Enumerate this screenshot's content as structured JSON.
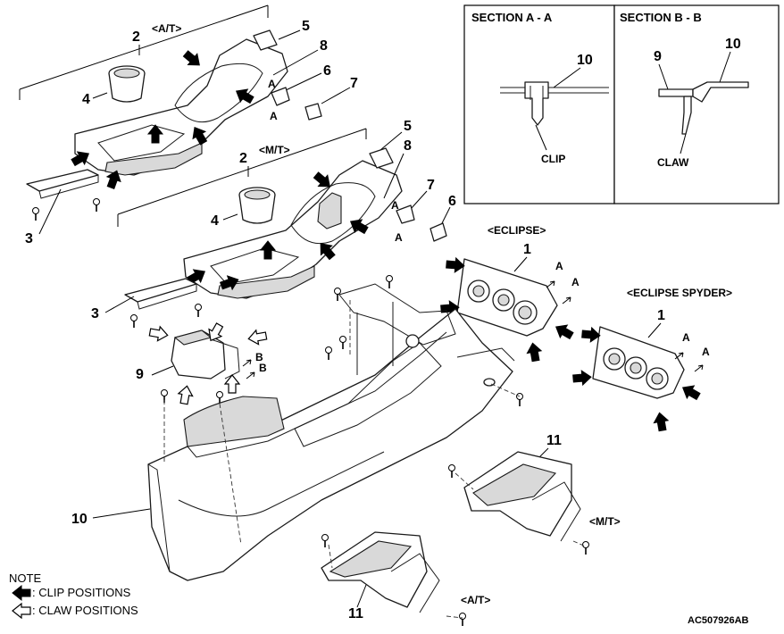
{
  "variants": {
    "at": "<A/T>",
    "mt": "<M/T>",
    "eclipse": "<ECLIPSE>",
    "eclipse_spyder": "<ECLIPSE SPYDER>",
    "bracket_at": "<A/T>",
    "bracket_mt": "<M/T>"
  },
  "part_numbers": {
    "p1a": "1",
    "p1b": "1",
    "p2a": "2",
    "p2b": "2",
    "p3a": "3",
    "p3b": "3",
    "p4a": "4",
    "p4b": "4",
    "p5a": "5",
    "p5b": "5",
    "p6a": "6",
    "p6b": "6",
    "p7a": "7",
    "p7b": "7",
    "p8a": "8",
    "p8b": "8",
    "p9": "9",
    "p10": "10",
    "p11a": "11",
    "p11b": "11"
  },
  "section_markers": {
    "a1": "A",
    "a2": "A",
    "a3": "A",
    "a4": "A",
    "a5": "A",
    "a6": "A",
    "a7": "A",
    "a8": "A",
    "b1": "B",
    "b2": "B"
  },
  "sections": {
    "section_a": {
      "title": "SECTION A - A",
      "part": "10",
      "label": "CLIP"
    },
    "section_b": {
      "title": "SECTION B - B",
      "part_left": "9",
      "part_right": "10",
      "label": "CLAW"
    }
  },
  "note": {
    "title": "NOTE",
    "clip_legend": ": CLIP POSITIONS",
    "claw_legend": ": CLAW POSITIONS"
  },
  "figure_code": "AC507926AB"
}
